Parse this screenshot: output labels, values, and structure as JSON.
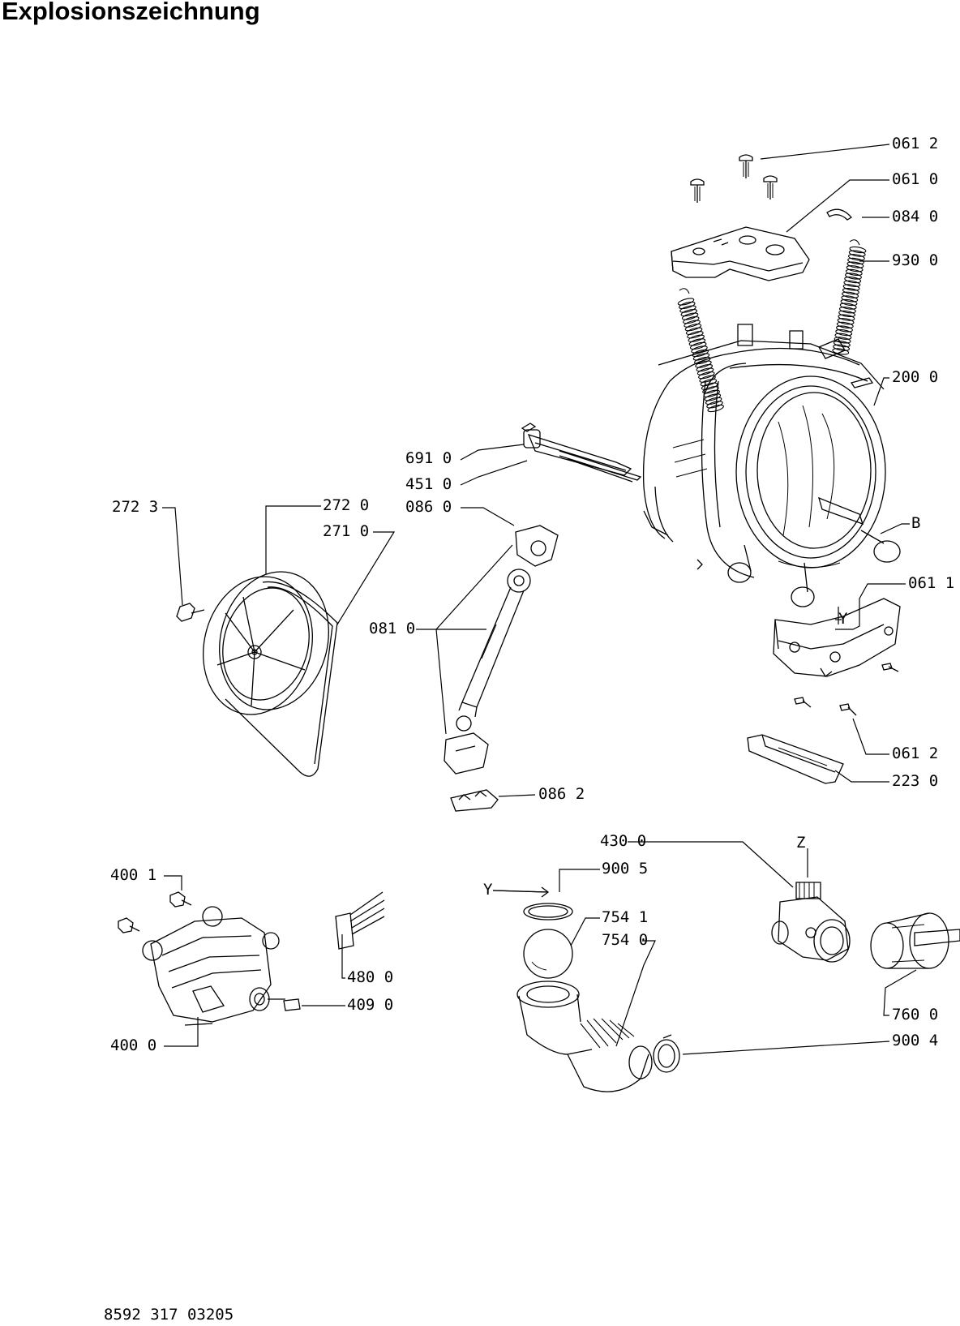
{
  "title": "Explosionszeichnung",
  "document_number": "8592 317 03205",
  "labels": {
    "l0612a": "061 2",
    "l0610": "061 0",
    "l0840": "084 0",
    "l9300": "930 0",
    "l2000": "200 0",
    "lB": "B",
    "l0611": "061 1",
    "lY1": "Y",
    "l0612b": "061 2",
    "l2230": "223 0",
    "l6910": "691 0",
    "l4510": "451 0",
    "l0860": "086 0",
    "l0810": "081 0",
    "l0862": "086 2",
    "l2723": "272 3",
    "l2720": "272 0",
    "l2710": "271 0",
    "l4001": "400 1",
    "l4800": "480 0",
    "l4090": "409 0",
    "l4000": "400 0",
    "l4300": "430 0",
    "lZ": "Z",
    "l9005": "900 5",
    "lY2": "Y",
    "l7541": "754 1",
    "l7540": "754 0",
    "l7600": "760 0",
    "l9004": "900 4"
  }
}
